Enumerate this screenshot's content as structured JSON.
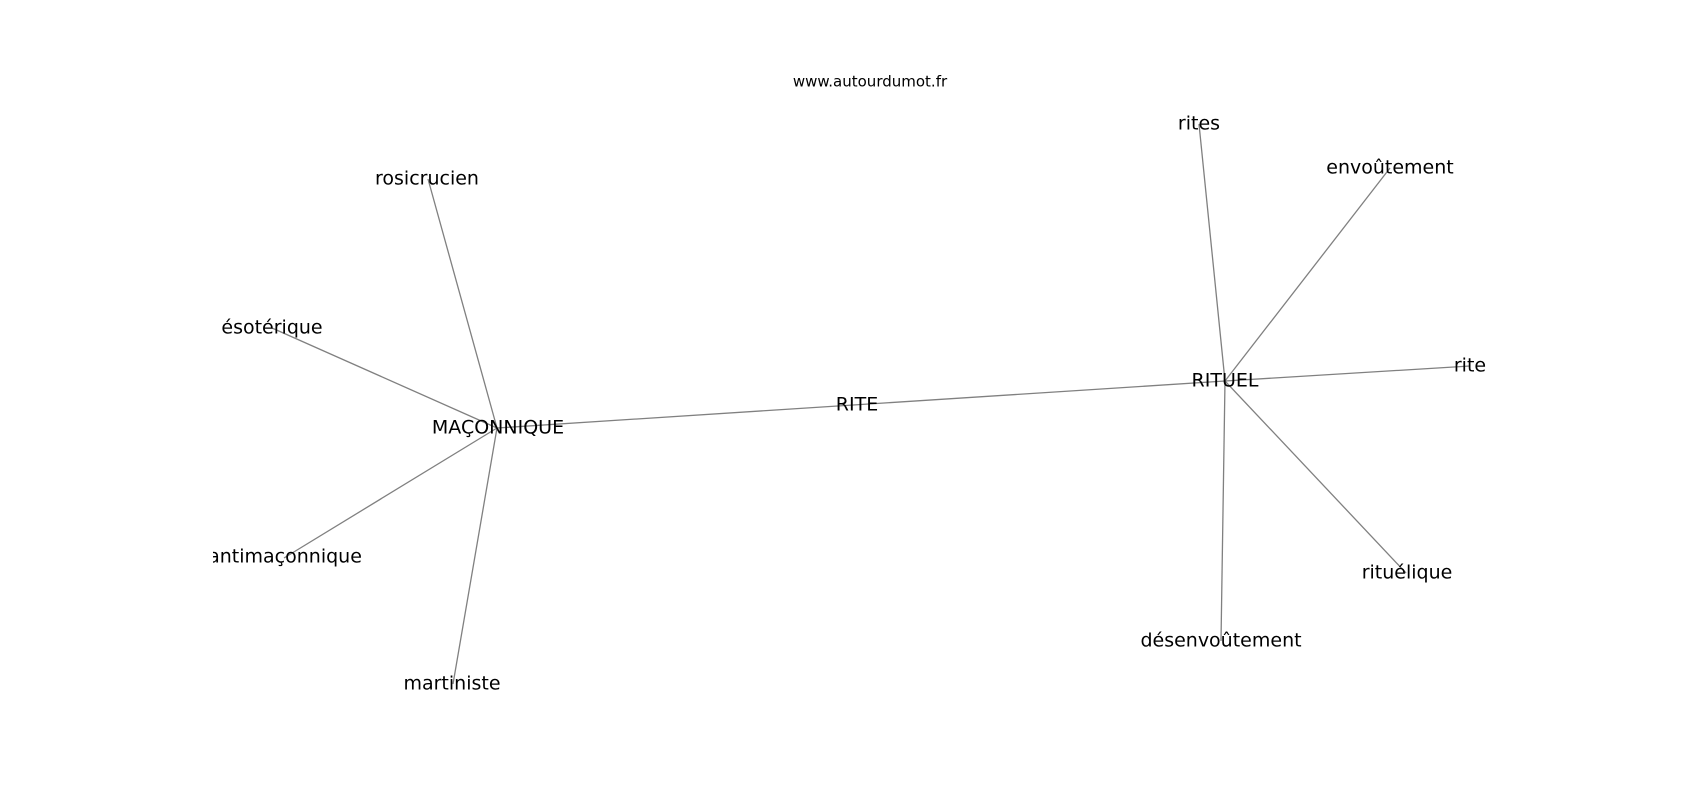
{
  "site": "www.autourdumot.fr",
  "nodes": [
    {
      "id": "maconnique",
      "label": "MAÇONNIQUE"
    },
    {
      "id": "rite_center",
      "label": "RITE"
    },
    {
      "id": "rituel",
      "label": "RITUEL"
    },
    {
      "id": "rosicrucien",
      "label": "rosicrucien"
    },
    {
      "id": "esoterique",
      "label": "ésotérique"
    },
    {
      "id": "antimaconnique",
      "label": "antimaçonnique"
    },
    {
      "id": "martiniste",
      "label": "martiniste"
    },
    {
      "id": "rites",
      "label": "rites"
    },
    {
      "id": "envoutement",
      "label": "envoûtement"
    },
    {
      "id": "rite",
      "label": "rite"
    },
    {
      "id": "rituelique",
      "label": "rituélique"
    },
    {
      "id": "desenvoutement",
      "label": "désenvoûtement"
    }
  ],
  "edges": [
    [
      "maconnique",
      "rituel"
    ],
    [
      "maconnique",
      "rosicrucien"
    ],
    [
      "maconnique",
      "esoterique"
    ],
    [
      "maconnique",
      "antimaconnique"
    ],
    [
      "maconnique",
      "martiniste"
    ],
    [
      "rituel",
      "rites"
    ],
    [
      "rituel",
      "envoutement"
    ],
    [
      "rituel",
      "rite"
    ],
    [
      "rituel",
      "rituelique"
    ],
    [
      "rituel",
      "desenvoutement"
    ]
  ]
}
